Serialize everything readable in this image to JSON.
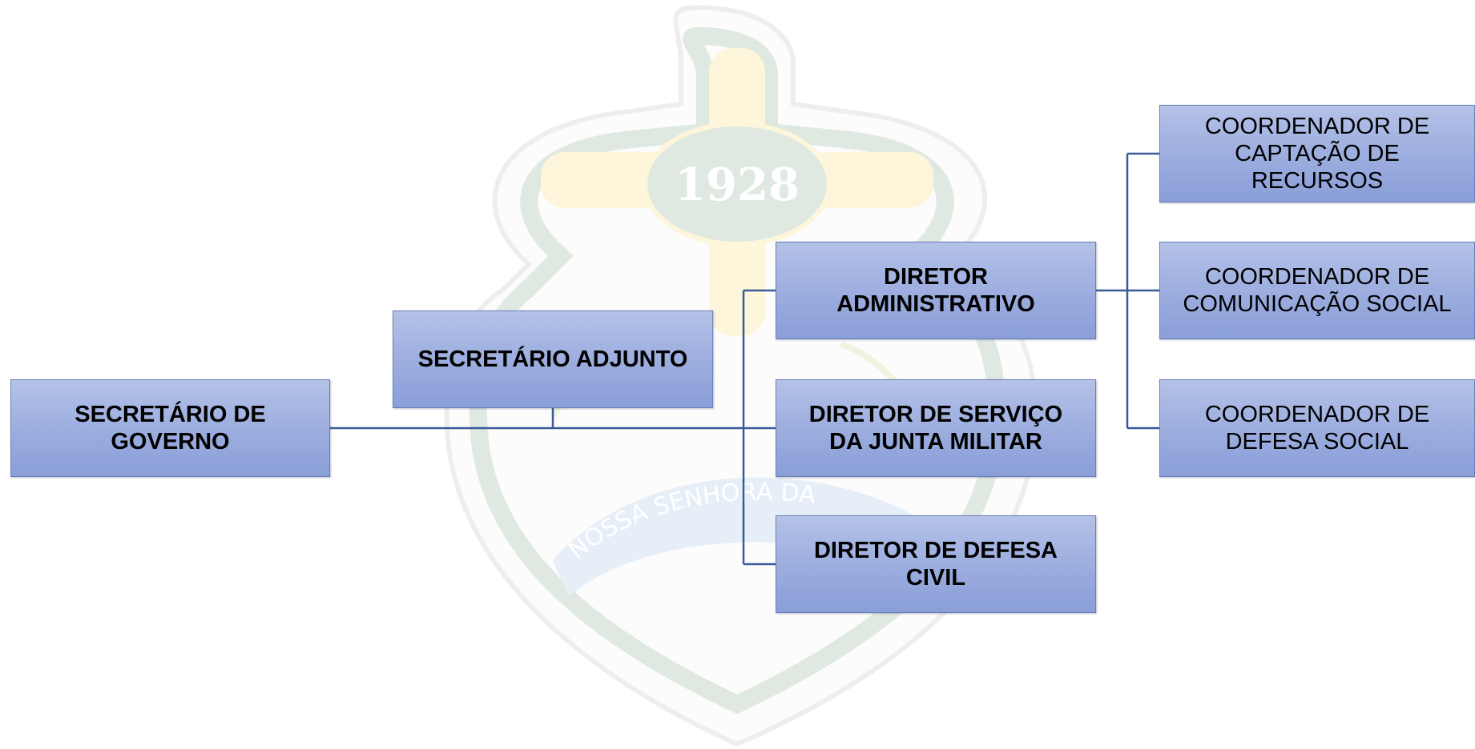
{
  "watermark": {
    "year": "1928",
    "ribbon_text": "NOSSA SENHORA DA",
    "colors": {
      "green": "#dfe9e1",
      "yellow": "#fdf6da",
      "blue": "#e6eef7",
      "outline": "#ececec"
    }
  },
  "org_chart": {
    "root": {
      "label": "SECRETÁRIO DE\nGOVERNO"
    },
    "assistant": {
      "label": "SECRETÁRIO ADJUNTO"
    },
    "directors": [
      {
        "label": "DIRETOR\nADMINISTRATIVO"
      },
      {
        "label": "DIRETOR DE SERVIÇO\nDA JUNTA MILITAR"
      },
      {
        "label": "DIRETOR DE DEFESA\nCIVIL"
      }
    ],
    "coordinators": [
      {
        "label": "COORDENADOR DE\nCAPTAÇÃO DE\nRECURSOS"
      },
      {
        "label": "COORDENADOR DE\nCOMUNICAÇÃO SOCIAL"
      },
      {
        "label": "COORDENADOR DE\nDEFESA SOCIAL"
      }
    ]
  },
  "colors": {
    "box_fill_top": "#b5c2e8",
    "box_fill_bottom": "#8a9ed8",
    "box_border": "#6b7fb5",
    "connector": "#3a5a9a",
    "text": "#000000"
  }
}
